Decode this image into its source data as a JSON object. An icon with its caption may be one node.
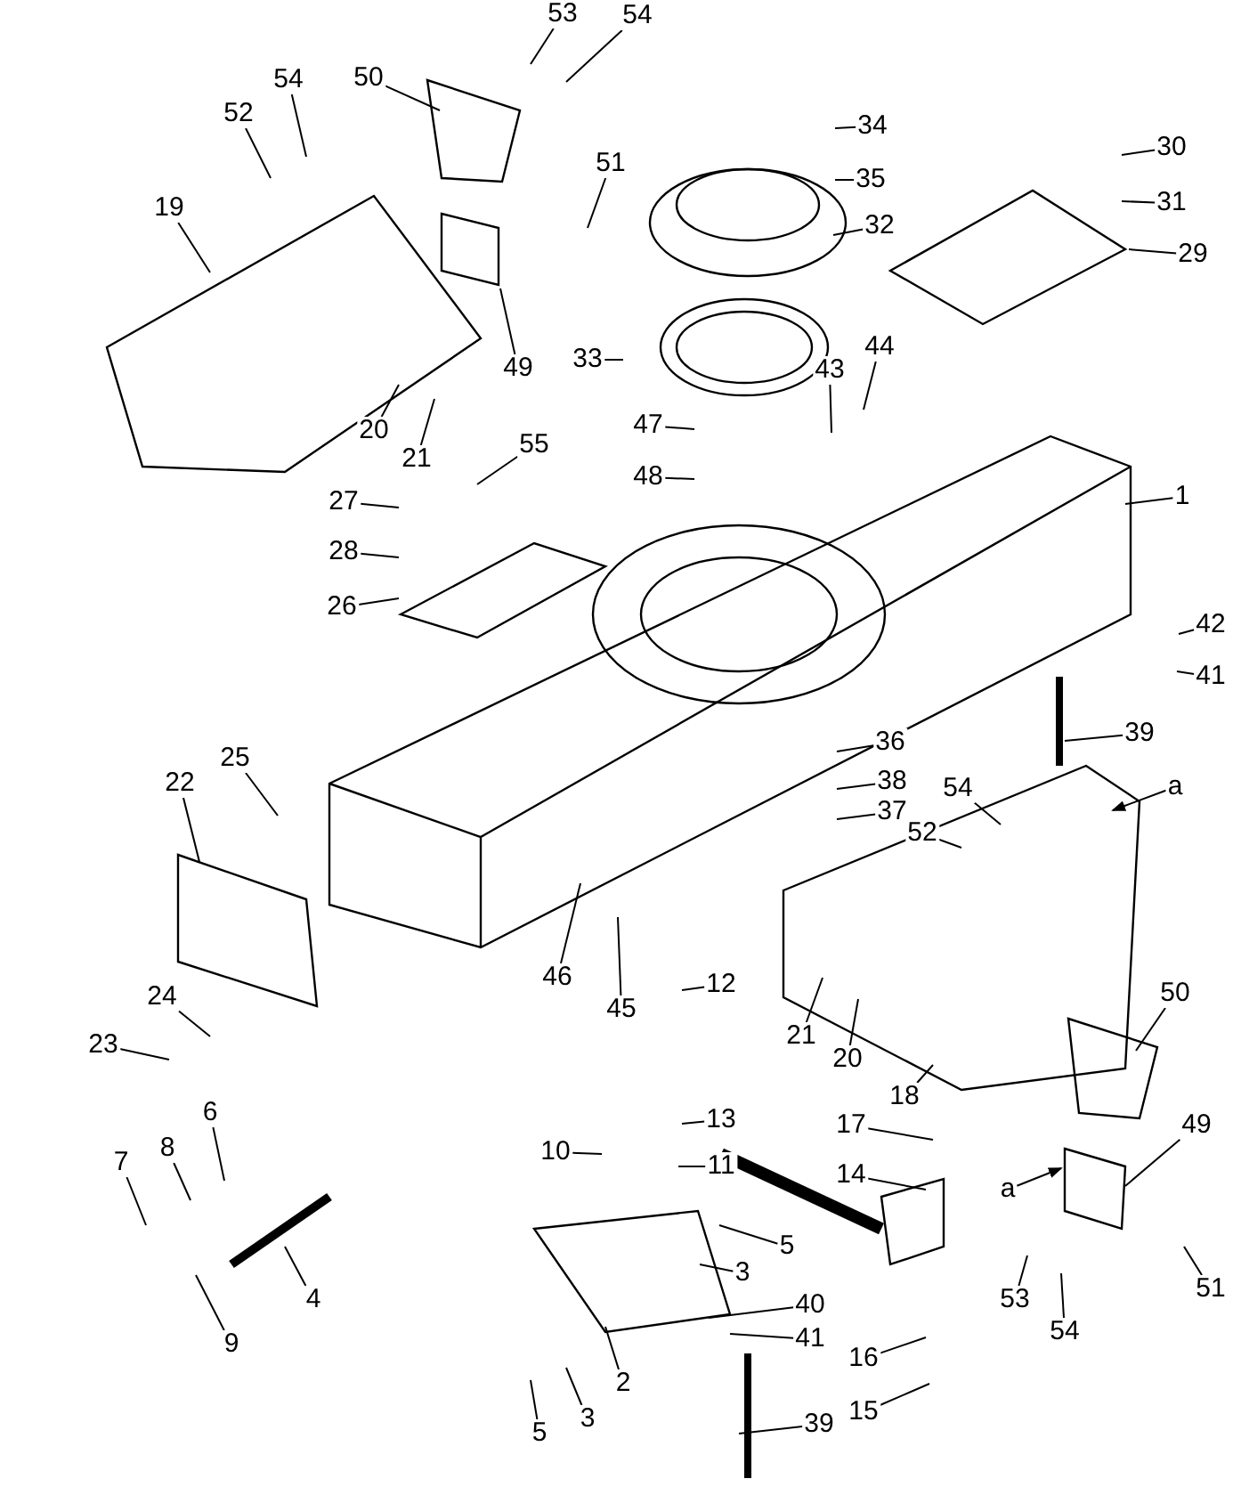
{
  "diagram": {
    "nodes": [
      {
        "text": [
          "53"
        ]
      },
      {
        "text": [
          "54"
        ]
      },
      {
        "text": [
          "50"
        ]
      },
      {
        "text": [
          "54"
        ]
      },
      {
        "text": [
          "52"
        ]
      },
      {
        "text": [
          "51"
        ]
      },
      {
        "text": [
          "19"
        ]
      },
      {
        "text": [
          "49"
        ]
      },
      {
        "text": [
          "33"
        ]
      },
      {
        "text": [
          "20"
        ]
      },
      {
        "text": [
          "21"
        ]
      },
      {
        "text": [
          "55"
        ]
      },
      {
        "text": [
          "27"
        ]
      },
      {
        "text": [
          "28"
        ]
      },
      {
        "text": [
          "26"
        ]
      },
      {
        "text": [
          "34"
        ]
      },
      {
        "text": [
          "35"
        ]
      },
      {
        "text": [
          "32"
        ]
      },
      {
        "text": [
          "30"
        ]
      },
      {
        "text": [
          "31"
        ]
      },
      {
        "text": [
          "29"
        ]
      },
      {
        "text": [
          "44"
        ]
      },
      {
        "text": [
          "43"
        ]
      },
      {
        "text": [
          "47"
        ]
      },
      {
        "text": [
          "48"
        ]
      },
      {
        "text": [
          "1"
        ]
      },
      {
        "text": [
          "42"
        ]
      },
      {
        "text": [
          "41"
        ]
      },
      {
        "text": [
          "39"
        ]
      },
      {
        "text": [
          "36"
        ]
      },
      {
        "text": [
          "38"
        ]
      },
      {
        "text": [
          "37"
        ]
      },
      {
        "text": [
          "54"
        ]
      },
      {
        "text": [
          "52"
        ]
      },
      {
        "text": [
          "a"
        ]
      },
      {
        "text": [
          "25"
        ]
      },
      {
        "text": [
          "22"
        ]
      },
      {
        "text": [
          "24"
        ]
      },
      {
        "text": [
          "23"
        ]
      },
      {
        "text": [
          "46"
        ]
      },
      {
        "text": [
          "45"
        ]
      },
      {
        "text": [
          "21"
        ]
      },
      {
        "text": [
          "20"
        ]
      },
      {
        "text": [
          "18"
        ]
      },
      {
        "text": [
          "12"
        ]
      },
      {
        "text": [
          "13"
        ]
      },
      {
        "text": [
          "11"
        ]
      },
      {
        "text": [
          "10"
        ]
      },
      {
        "text": [
          "17"
        ]
      },
      {
        "text": [
          "14"
        ]
      },
      {
        "text": [
          "5"
        ]
      },
      {
        "text": [
          "3"
        ]
      },
      {
        "text": [
          "40"
        ]
      },
      {
        "text": [
          "41"
        ]
      },
      {
        "text": [
          "16"
        ]
      },
      {
        "text": [
          "15"
        ]
      },
      {
        "text": [
          "39"
        ]
      },
      {
        "text": [
          "2"
        ]
      },
      {
        "text": [
          "5"
        ]
      },
      {
        "text": [
          "3"
        ]
      },
      {
        "text": [
          "50"
        ]
      },
      {
        "text": [
          "49"
        ]
      },
      {
        "text": [
          "a"
        ]
      },
      {
        "text": [
          "53"
        ]
      },
      {
        "text": [
          "54"
        ]
      },
      {
        "text": [
          "51"
        ]
      },
      {
        "text": [
          "7"
        ]
      },
      {
        "text": [
          "8"
        ]
      },
      {
        "text": [
          "6"
        ]
      },
      {
        "text": [
          "4"
        ]
      },
      {
        "text": [
          "9"
        ]
      }
    ],
    "edges": [
      {
        "from": 0,
        "to": null,
        "arrow": "none"
      },
      {
        "from": 1,
        "to": null,
        "arrow": "none"
      },
      {
        "from": 2,
        "to": null,
        "arrow": "none"
      },
      {
        "from": 3,
        "to": null,
        "arrow": "none"
      },
      {
        "from": 4,
        "to": null,
        "arrow": "none"
      },
      {
        "from": 5,
        "to": null,
        "arrow": "none"
      },
      {
        "from": 6,
        "to": null,
        "arrow": "none"
      },
      {
        "from": 7,
        "to": null,
        "arrow": "none"
      },
      {
        "from": 8,
        "to": null,
        "arrow": "none"
      },
      {
        "from": 9,
        "to": null,
        "arrow": "none"
      },
      {
        "from": 10,
        "to": null,
        "arrow": "none"
      },
      {
        "from": 11,
        "to": null,
        "arrow": "none"
      },
      {
        "from": 12,
        "to": null,
        "arrow": "none"
      },
      {
        "from": 13,
        "to": null,
        "arrow": "none"
      },
      {
        "from": 14,
        "to": null,
        "arrow": "none"
      },
      {
        "from": 15,
        "to": null,
        "arrow": "none"
      },
      {
        "from": 16,
        "to": null,
        "arrow": "none"
      },
      {
        "from": 17,
        "to": null,
        "arrow": "none"
      },
      {
        "from": 18,
        "to": null,
        "arrow": "none"
      },
      {
        "from": 19,
        "to": null,
        "arrow": "none"
      },
      {
        "from": 20,
        "to": null,
        "arrow": "none"
      },
      {
        "from": 21,
        "to": null,
        "arrow": "none"
      },
      {
        "from": 22,
        "to": null,
        "arrow": "none"
      },
      {
        "from": 23,
        "to": null,
        "arrow": "none"
      },
      {
        "from": 24,
        "to": null,
        "arrow": "none"
      },
      {
        "from": 25,
        "to": null,
        "arrow": "none"
      },
      {
        "from": 26,
        "to": null,
        "arrow": "none"
      },
      {
        "from": 27,
        "to": null,
        "arrow": "none"
      },
      {
        "from": 28,
        "to": null,
        "arrow": "none"
      },
      {
        "from": 29,
        "to": null,
        "arrow": "none"
      },
      {
        "from": 30,
        "to": null,
        "arrow": "none"
      },
      {
        "from": 31,
        "to": null,
        "arrow": "none"
      },
      {
        "from": 32,
        "to": null,
        "arrow": "none"
      },
      {
        "from": 33,
        "to": null,
        "arrow": "none"
      },
      {
        "from": 34,
        "to": null,
        "arrow": "to"
      },
      {
        "from": 35,
        "to": null,
        "arrow": "none"
      },
      {
        "from": 36,
        "to": null,
        "arrow": "none"
      },
      {
        "from": 37,
        "to": null,
        "arrow": "none"
      },
      {
        "from": 38,
        "to": null,
        "arrow": "none"
      },
      {
        "from": 39,
        "to": null,
        "arrow": "none"
      },
      {
        "from": 40,
        "to": null,
        "arrow": "none"
      },
      {
        "from": 41,
        "to": null,
        "arrow": "none"
      },
      {
        "from": 42,
        "to": null,
        "arrow": "none"
      },
      {
        "from": 43,
        "to": null,
        "arrow": "none"
      },
      {
        "from": 44,
        "to": null,
        "arrow": "none"
      },
      {
        "from": 45,
        "to": null,
        "arrow": "none"
      },
      {
        "from": 46,
        "to": null,
        "arrow": "none"
      },
      {
        "from": 47,
        "to": null,
        "arrow": "none"
      },
      {
        "from": 48,
        "to": null,
        "arrow": "none"
      },
      {
        "from": 49,
        "to": null,
        "arrow": "none"
      },
      {
        "from": 50,
        "to": null,
        "arrow": "none"
      },
      {
        "from": 51,
        "to": null,
        "arrow": "none"
      },
      {
        "from": 52,
        "to": null,
        "arrow": "none"
      },
      {
        "from": 53,
        "to": null,
        "arrow": "none"
      },
      {
        "from": 54,
        "to": null,
        "arrow": "none"
      },
      {
        "from": 55,
        "to": null,
        "arrow": "none"
      },
      {
        "from": 56,
        "to": null,
        "arrow": "none"
      },
      {
        "from": 57,
        "to": null,
        "arrow": "none"
      },
      {
        "from": 58,
        "to": null,
        "arrow": "none"
      },
      {
        "from": 59,
        "to": null,
        "arrow": "none"
      },
      {
        "from": 60,
        "to": null,
        "arrow": "none"
      },
      {
        "from": 61,
        "to": null,
        "arrow": "none"
      },
      {
        "from": 62,
        "to": null,
        "arrow": "to"
      },
      {
        "from": 63,
        "to": null,
        "arrow": "none"
      },
      {
        "from": 64,
        "to": null,
        "arrow": "none"
      },
      {
        "from": 65,
        "to": null,
        "arrow": "none"
      },
      {
        "from": 66,
        "to": null,
        "arrow": "none"
      },
      {
        "from": 67,
        "to": null,
        "arrow": "none"
      },
      {
        "from": 68,
        "to": null,
        "arrow": "none"
      },
      {
        "from": 69,
        "to": null,
        "arrow": "none"
      },
      {
        "from": 70,
        "to": null,
        "arrow": "none"
      }
    ]
  }
}
